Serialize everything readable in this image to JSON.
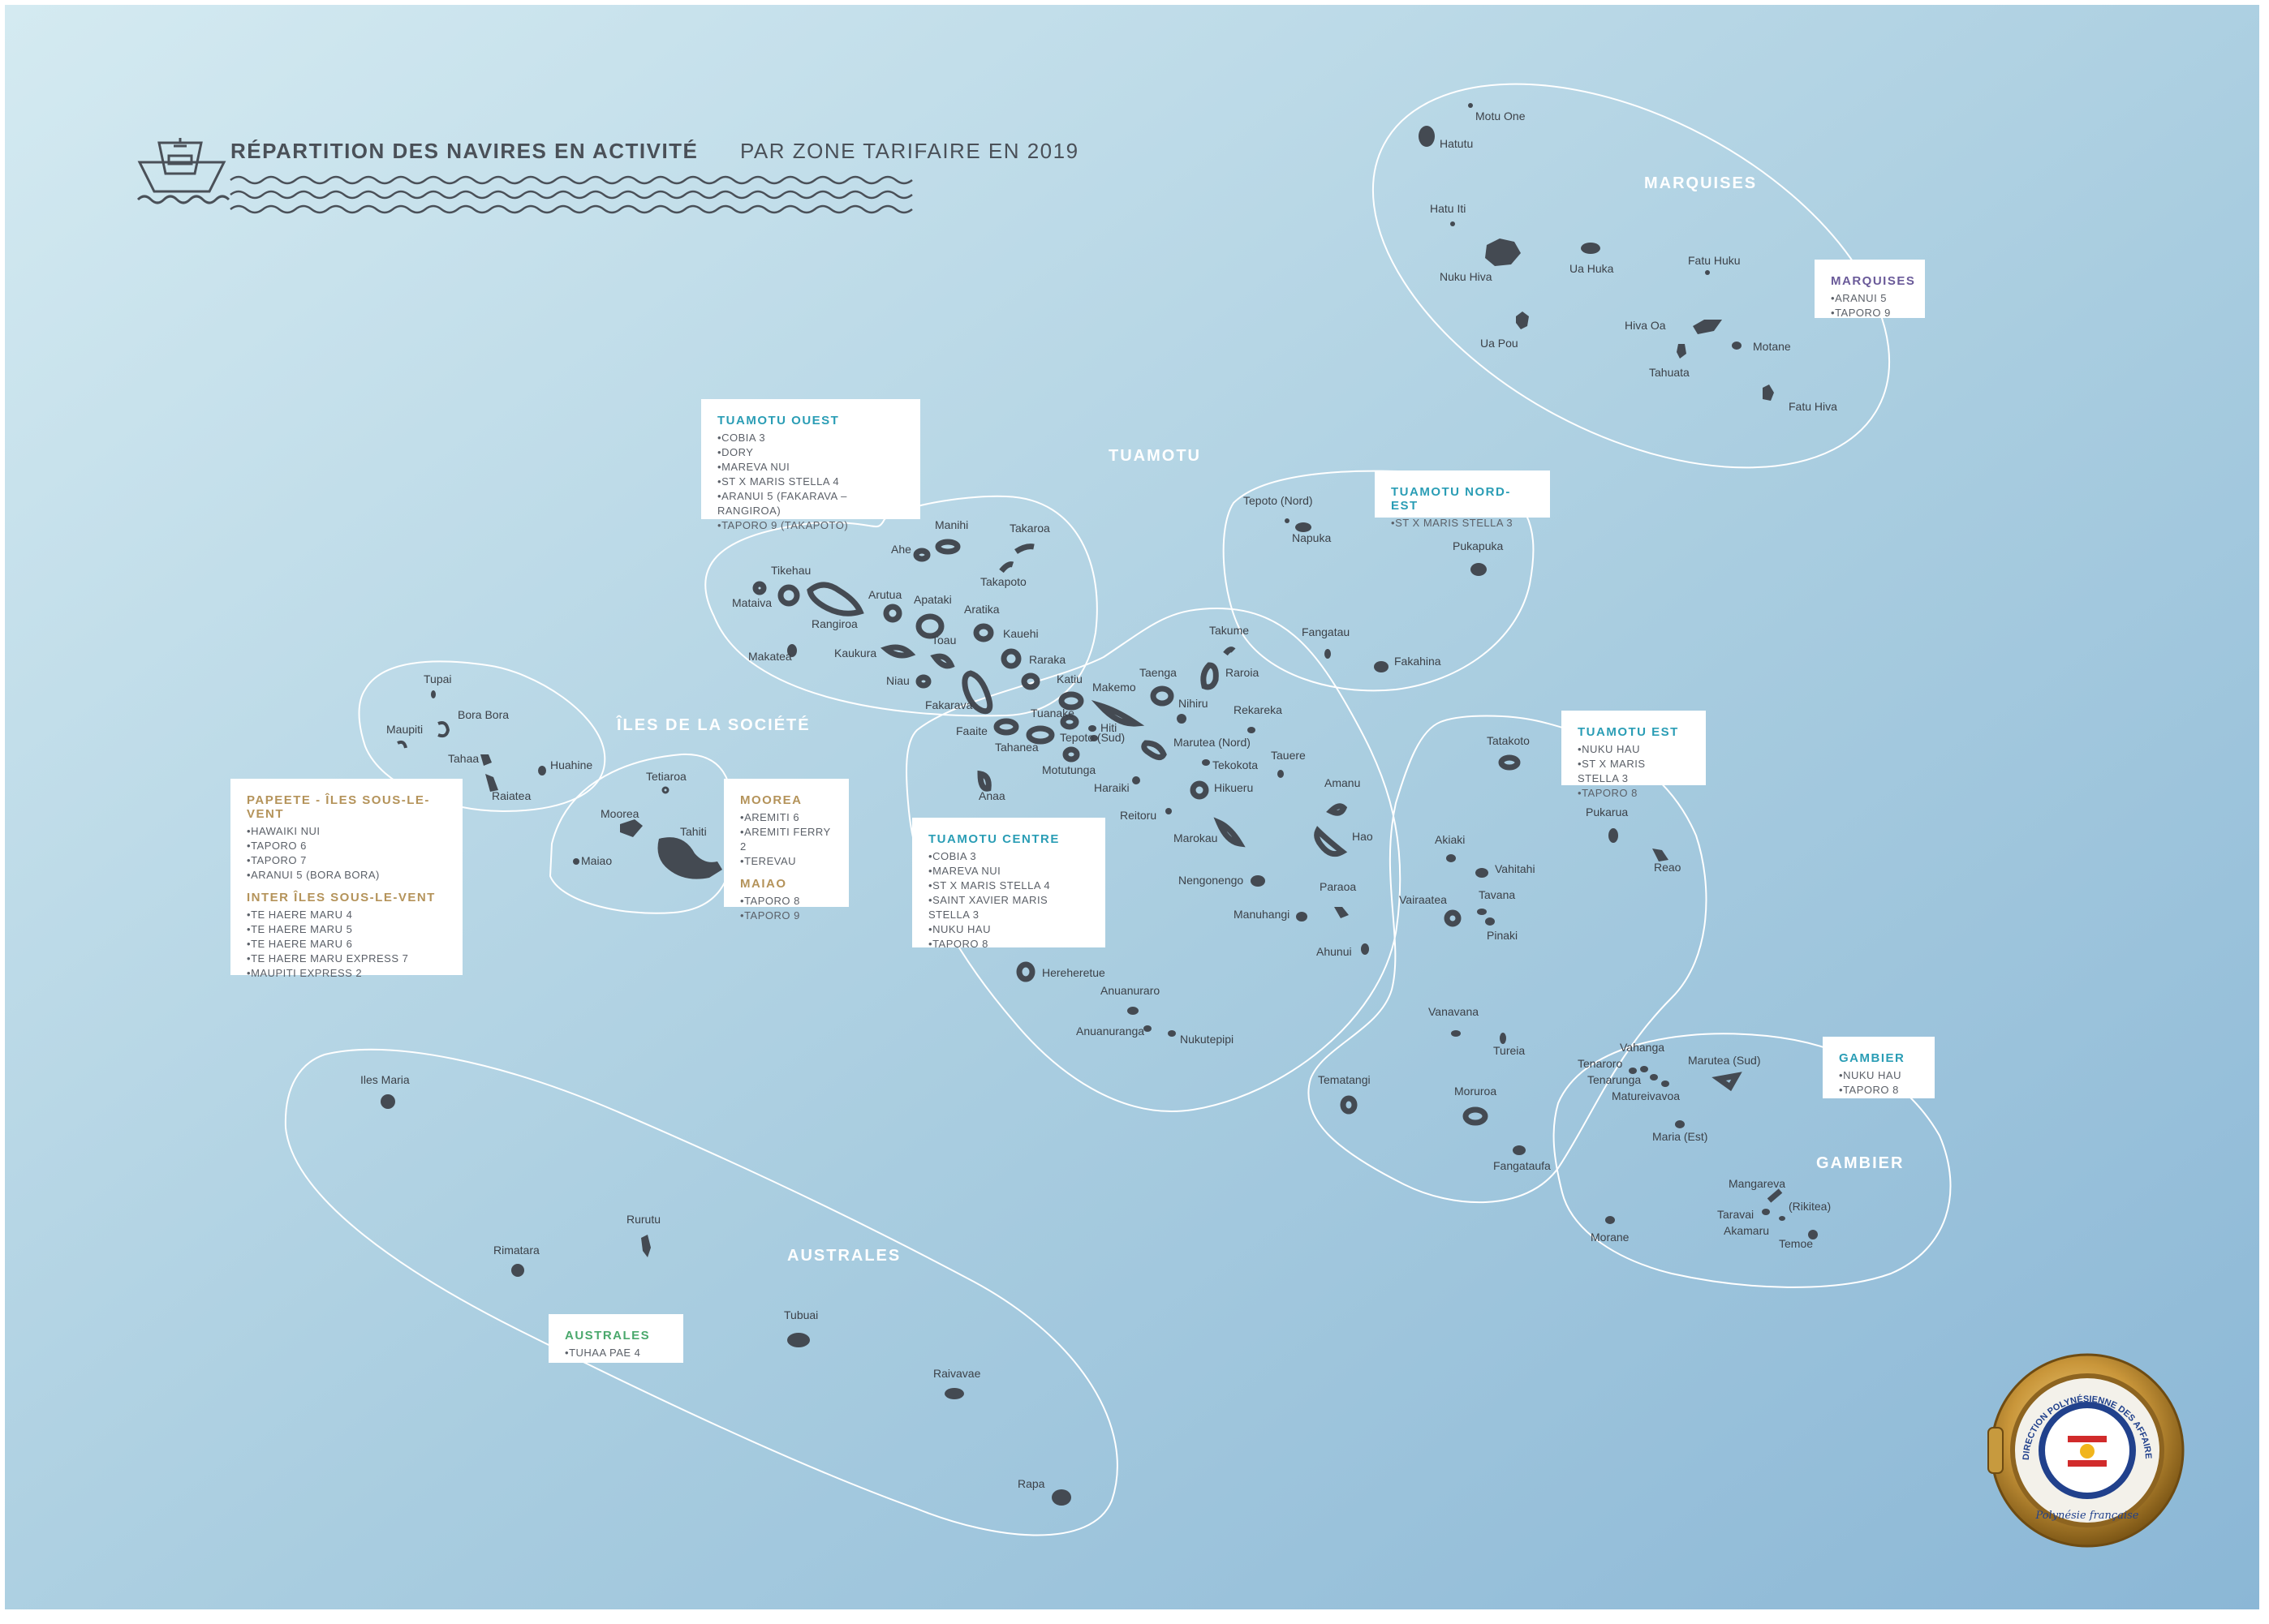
{
  "title": {
    "bold": "RÉPARTITION DES NAVIRES EN ACTIVITÉ",
    "regular": "PAR ZONE TARIFAIRE EN 2019"
  },
  "colors": {
    "sea_light": "#cfe6ef",
    "sea_dark": "#8fbbd9",
    "island": "#444a52",
    "outline": "#ffffff",
    "teal": "#2a9db5",
    "gold": "#b4935a",
    "purple": "#6a5a99",
    "green": "#4aa86c"
  },
  "zones": {
    "marquises": "MARQUISES",
    "tuamotu": "TUAMOTU",
    "societe": "ÎLES DE LA SOCIÉTÉ",
    "australes": "AUSTRALES",
    "gambier": "GAMBIER"
  },
  "islands": {
    "motu_one": "Motu One",
    "hatutu": "Hatutu",
    "hatu_iti": "Hatu Iti",
    "nuku_hiva": "Nuku Hiva",
    "ua_huka": "Ua Huka",
    "fatu_huku": "Fatu Huku",
    "ua_pou": "Ua Pou",
    "hiva_oa": "Hiva Oa",
    "motane": "Motane",
    "tahuata": "Tahuata",
    "fatu_hiva": "Fatu Hiva",
    "manihi": "Manihi",
    "takaroa": "Takaroa",
    "ahe": "Ahe",
    "takapoto": "Takapoto",
    "tikehau": "Tikehau",
    "mataiva": "Mataiva",
    "rangiroa": "Rangiroa",
    "arutua": "Arutua",
    "apataki": "Apataki",
    "aratika": "Aratika",
    "kauehi": "Kauehi",
    "toau": "Toau",
    "kaukura": "Kaukura",
    "makatea": "Makatea",
    "raraka": "Raraka",
    "niau": "Niau",
    "katiu": "Katiu",
    "fakarava": "Fakarava",
    "tepoto_nord": "Tepoto (Nord)",
    "napuka": "Napuka",
    "pukapuka": "Pukapuka",
    "fangatau": "Fangatau",
    "fakahina": "Fakahina",
    "takume": "Takume",
    "raroia": "Raroia",
    "taenga": "Taenga",
    "makemo": "Makemo",
    "nihiru": "Nihiru",
    "rekareka": "Rekareka",
    "tuanake": "Tuanake",
    "hiti": "Hiti",
    "tepoto_sud": "Tepoto (Sud)",
    "faaite": "Faaite",
    "tahanea": "Tahanea",
    "motutunga": "Motutunga",
    "marutea_nord": "Marutea (Nord)",
    "tekokota": "Tekokota",
    "tauere": "Tauere",
    "haraiki": "Haraiki",
    "hikueru": "Hikueru",
    "anaa": "Anaa",
    "reitoru": "Reitoru",
    "marokau": "Marokau",
    "amanu": "Amanu",
    "hao": "Hao",
    "nengonengo": "Nengonengo",
    "paraoa": "Paraoa",
    "manuhangi": "Manuhangi",
    "ahunui": "Ahunui",
    "hereheretue": "Hereheretue",
    "anuanuraro": "Anuanuraro",
    "anuanurunga": "Anuanuranga",
    "nukutepipi": "Nukutepipi",
    "tatakoto": "Tatakoto",
    "pukarua": "Pukarua",
    "reao": "Reao",
    "akiaki": "Akiaki",
    "vahitahi": "Vahitahi",
    "vairaatea": "Vairaatea",
    "tavana": "Tavana",
    "pinaki": "Pinaki",
    "vanavana": "Vanavana",
    "tureia": "Tureia",
    "tematangi": "Tematangi",
    "moruroa": "Moruroa",
    "fangataufa": "Fangataufa",
    "vahanga": "Vahanga",
    "tenaroro": "Tenaroro",
    "tenarunga": "Tenarunga",
    "matureivavoa": "Matureivavoa",
    "marutea_sud": "Marutea (Sud)",
    "maria_est": "Maria (Est)",
    "mangareva": "Mangareva",
    "taravai": "Taravai",
    "rikitea": "(Rikitea)",
    "akamaru": "Akamaru",
    "temoe": "Temoe",
    "morane": "Morane",
    "tupai": "Tupai",
    "bora_bora": "Bora Bora",
    "maupiti": "Maupiti",
    "tahaa": "Tahaa",
    "huahine": "Huahine",
    "raiatea": "Raiatea",
    "tetiaroa": "Tetiaroa",
    "moorea": "Moorea",
    "tahiti": "Tahiti",
    "maiao": "Maiao",
    "iles_maria": "Iles Maria",
    "rurutu": "Rurutu",
    "rimatara": "Rimatara",
    "tubuai": "Tubuai",
    "raivavae": "Raivavae",
    "rapa": "Rapa"
  },
  "legends": {
    "tuamotu_ouest": {
      "title": "TUAMOTU OUEST",
      "items": [
        "COBIA 3",
        "DORY",
        "MAREVA NUI",
        "ST X MARIS STELLA 4",
        "ARANUI 5 (FAKARAVA – RANGIROA)",
        "TAPORO 9 (TAKAPOTO)"
      ]
    },
    "tuamotu_nord_est": {
      "title": "TUAMOTU NORD-EST",
      "items": [
        "ST X MARIS STELLA 3"
      ]
    },
    "marquises": {
      "title": "MARQUISES",
      "items": [
        "ARANUI 5",
        "TAPORO 9"
      ]
    },
    "tuamotu_est": {
      "title": "TUAMOTU EST",
      "items": [
        "NUKU HAU",
        "ST X MARIS STELLA 3",
        "TAPORO 8"
      ]
    },
    "tuamotu_centre": {
      "title": "TUAMOTU CENTRE",
      "items": [
        "COBIA 3",
        "MAREVA NUI",
        "ST X MARIS STELLA 4",
        "SAINT XAVIER MARIS STELLA 3",
        "NUKU HAU",
        "TAPORO 8"
      ]
    },
    "gambier": {
      "title": "GAMBIER",
      "items": [
        "NUKU HAU",
        "TAPORO 8"
      ]
    },
    "papeete": {
      "title": "PAPEETE - ÎLES SOUS-LE-VENT",
      "items": [
        "HAWAIKI NUI",
        "TAPORO 6",
        "TAPORO 7",
        "ARANUI 5 (BORA BORA)"
      ],
      "title2": "INTER ÎLES SOUS-LE-VENT",
      "items2": [
        "TE HAERE MARU 4",
        "TE HAERE MARU 5",
        "TE HAERE MARU 6",
        "TE HAERE MARU EXPRESS 7",
        "MAUPITI EXPRESS 2"
      ]
    },
    "moorea": {
      "title": "MOOREA",
      "items": [
        "AREMITI 6",
        "AREMITI FERRY 2",
        "TEREVAU"
      ],
      "title2": "MAIAO",
      "items2": [
        "TAPORO 8",
        "TAPORO 9"
      ]
    },
    "australes": {
      "title": "AUSTRALES",
      "items": [
        "TUHAA PAE 4"
      ]
    }
  },
  "logo": {
    "ring_text": "DIRECTION POLYNÉSIENNE DES AFFAIRES MARITIMES",
    "script_text": "Polynésie française"
  }
}
